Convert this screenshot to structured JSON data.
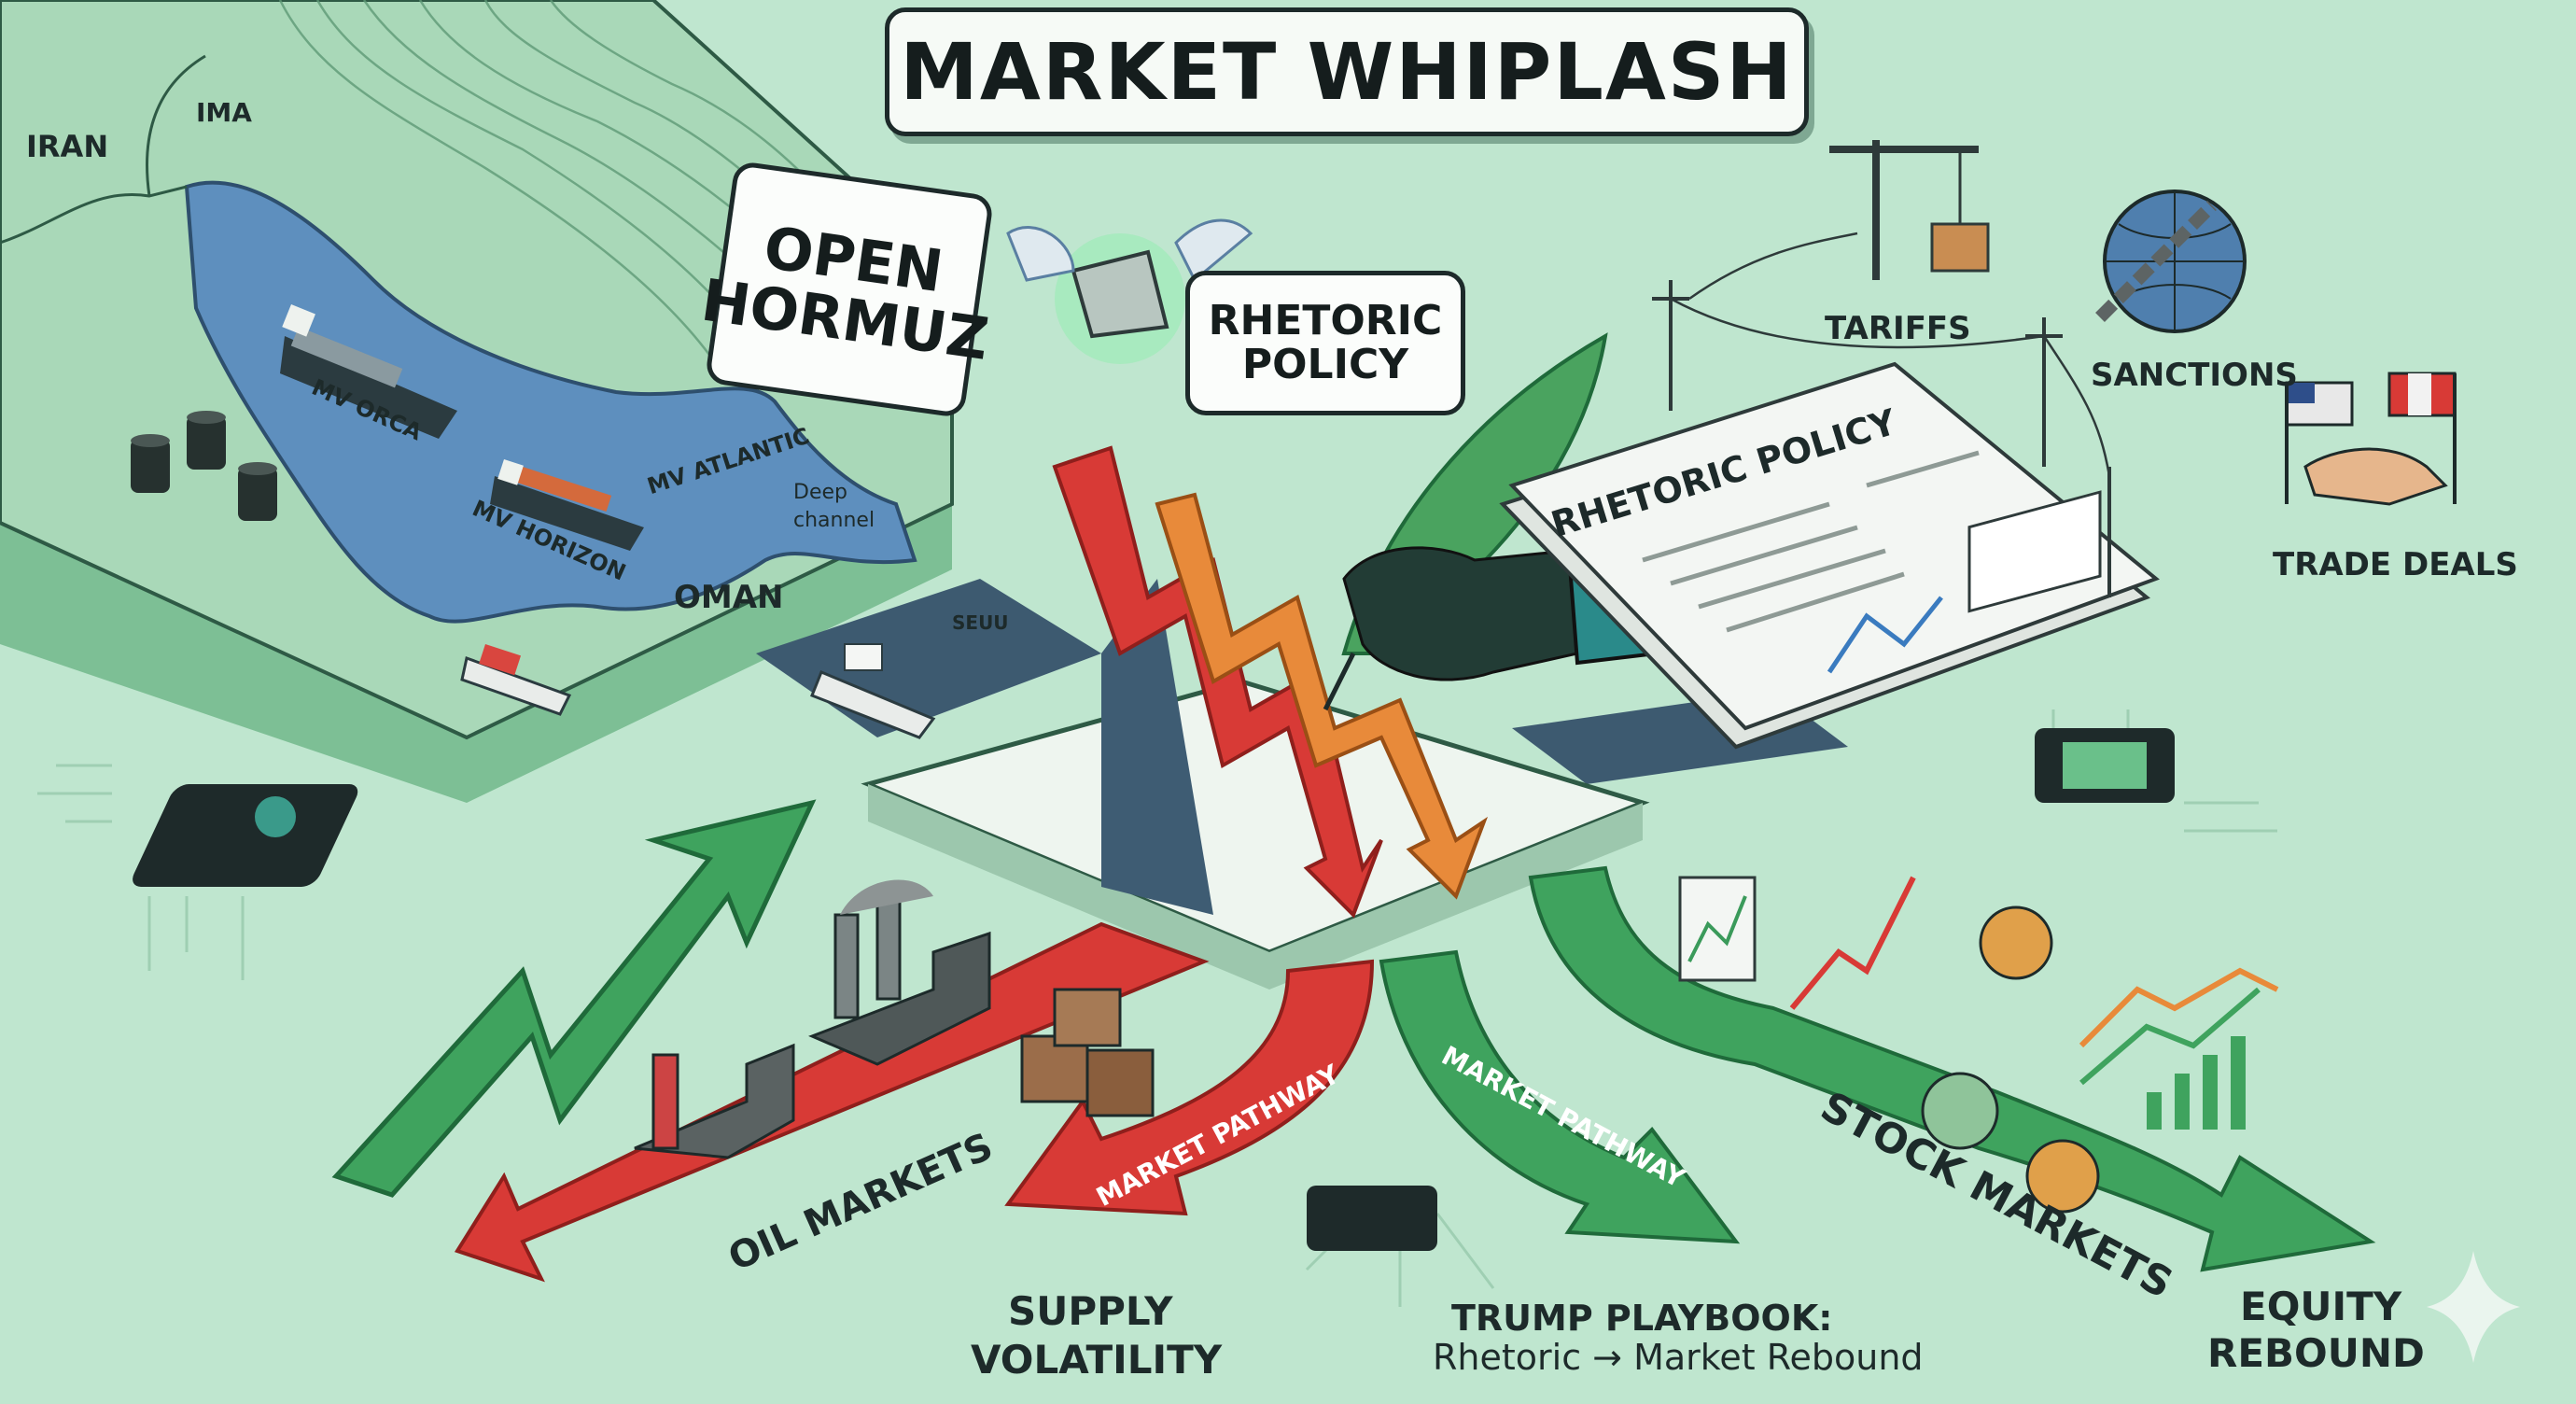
{
  "title": "MARKET WHIPLASH",
  "map": {
    "region_labels": [
      "IRAN",
      "IMA",
      "OMAN"
    ],
    "ships": [
      "MV ORCA",
      "MV HORIZON",
      "MV ATLANTIC"
    ],
    "channel_label_line1": "Deep",
    "channel_label_line2": "channel",
    "strait_label": "SEUU"
  },
  "bubbles": {
    "open_hormuz_line1": "OPEN",
    "open_hormuz_line2": "HORMUZ",
    "rhetoric_line1": "RHETORIC",
    "rhetoric_line2": "POLICY"
  },
  "document_heading": "RHETORIC POLICY",
  "policy_tools": [
    "TARIFFS",
    "SANCTIONS",
    "TRADE DEALS"
  ],
  "pathways": {
    "oil": "OIL MARKETS",
    "market_pathway_left": "MARKET PATHWAY",
    "market_pathway_right": "MARKET PATHWAY",
    "stock": "STOCK MARKETS"
  },
  "outcomes": {
    "supply_line1": "SUPPLY",
    "supply_line2": "VOLATILITY",
    "playbook_line1": "TRUMP PLAYBOOK:",
    "playbook_line2": "Rhetoric → Market Rebound",
    "equity_line1": "EQUITY",
    "equity_line2": "REBOUND"
  },
  "colors": {
    "background": "#bfe6cf",
    "water": "#5e8fbe",
    "land": "#a9d8b8",
    "red_arrow": "#d83a36",
    "green_arrow": "#3fa35e",
    "orange_arrow": "#e88a3a",
    "ink": "#1d2a2a"
  },
  "icons": [
    "oil-barrel-icon",
    "cargo-ship-icon",
    "megaphone-icon",
    "crane-icon",
    "globe-chain-icon",
    "handshake-icon",
    "quill-icon",
    "factory-icon",
    "coin-icon",
    "chip-icon"
  ]
}
